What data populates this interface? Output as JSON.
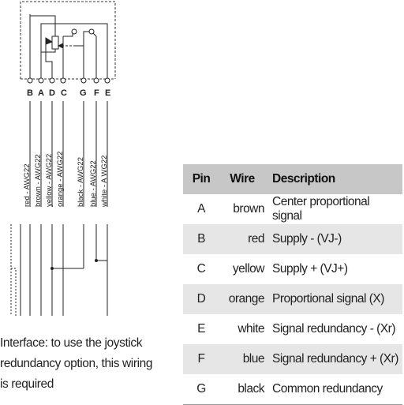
{
  "diagram": {
    "pins": [
      "B",
      "A",
      "D",
      "C",
      "G",
      "F",
      "E"
    ],
    "wire_labels": [
      "red - AWG22",
      "brown - AWG22",
      "yellow - AWG22",
      "orange - AWG22",
      "black - AWG22",
      "blue - AWG22",
      "white - A WG22"
    ],
    "note": "Interface: to use the joystick redundancy option, this wiring is required"
  },
  "table": {
    "headers": {
      "pin": "Pin",
      "wire": "Wire",
      "description": "Description"
    },
    "rows": [
      {
        "pin": "A",
        "wire": "brown",
        "description": "Center proportional signal"
      },
      {
        "pin": "B",
        "wire": "red",
        "description": "Supply - (VJ-)"
      },
      {
        "pin": "C",
        "wire": "yellow",
        "description": "Supply + (VJ+)"
      },
      {
        "pin": "D",
        "wire": "orange",
        "description": "Proportional signal (X)"
      },
      {
        "pin": "E",
        "wire": "white",
        "description": "Signal redundancy - (Xr)"
      },
      {
        "pin": "F",
        "wire": "blue",
        "description": "Signal redundancy + (Xr)"
      },
      {
        "pin": "G",
        "wire": "black",
        "description": "Common redundancy"
      }
    ]
  },
  "colors": {
    "header_bg": "#c7c7c7",
    "row_shade": "#e6e6e6",
    "line": "#222222"
  }
}
